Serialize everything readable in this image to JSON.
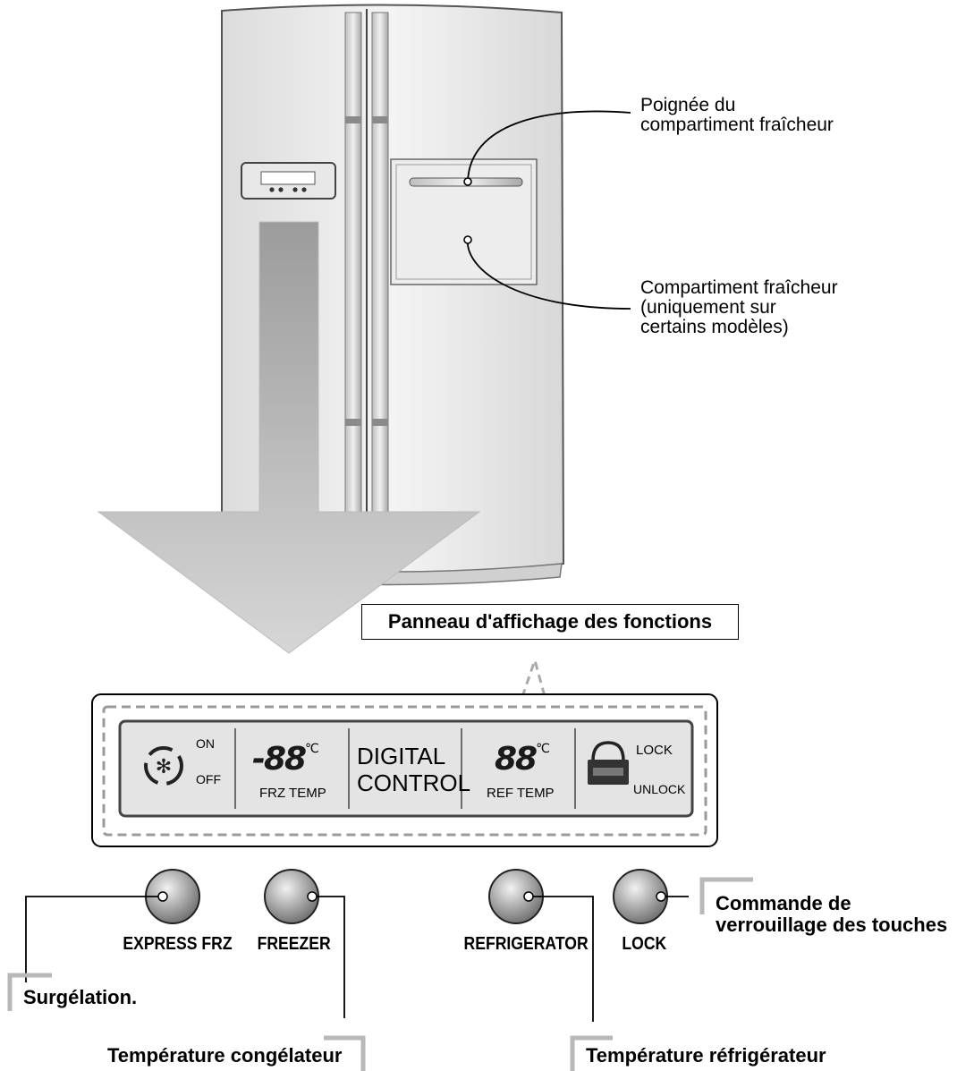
{
  "callouts": {
    "handle": [
      "Poignée du",
      "compartiment fraîcheur"
    ],
    "compartment": [
      "Compartiment fraîcheur",
      "(uniquement sur",
      "certains modèles)"
    ]
  },
  "panel_title": "Panneau d'affichage des fonctions",
  "display": {
    "on": "ON",
    "off": "OFF",
    "frz_value": "-88",
    "frz_unit": "℃",
    "frz_label": "FRZ TEMP",
    "digital_line1": "DIGITAL",
    "digital_line2": "CONTROL",
    "ref_value": "88",
    "ref_unit": "℃",
    "ref_label": "REF TEMP",
    "lock": "LOCK",
    "unlock": "UNLOCK"
  },
  "buttons": {
    "express_frz": "EXPRESS FRZ",
    "freezer": "FREEZER",
    "refrigerator": "REFRIGERATOR",
    "lock": "LOCK"
  },
  "descriptions": {
    "surgelation": "Surgélation.",
    "temp_congelateur": "Température congélateur",
    "temp_refrigerateur": "Température réfrigérateur",
    "lock_desc": [
      "Commande de",
      "verrouillage des touches"
    ]
  }
}
